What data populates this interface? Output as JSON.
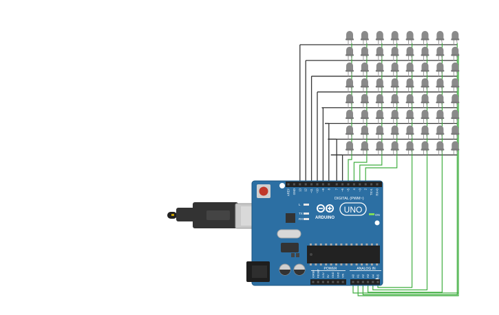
{
  "board": {
    "brand": "ARDUINO",
    "model": "UNO",
    "digital_label": "DIGITAL (PWM~)",
    "on_label": "ON",
    "power_label": "POWER",
    "analog_label": "ANALOG IN",
    "tx_label": "TX",
    "rx_label": "RX",
    "l_label": "L",
    "digital_pins": [
      "AREF",
      "GND",
      "13",
      "12",
      "~11",
      "~10",
      "~9",
      "8",
      "7",
      "~6",
      "~5",
      "4",
      "~3",
      "2",
      "TX>1",
      "RX<0"
    ],
    "power_pins": [
      "IOREF",
      "RESET",
      "3.3V",
      "5V",
      "GND",
      "GND",
      "VIN"
    ],
    "analog_pins": [
      "A0",
      "A1",
      "A2",
      "A3",
      "A4",
      "A5"
    ]
  },
  "led_matrix": {
    "rows": 8,
    "cols": 8
  },
  "colors": {
    "board": "#2c6fa3",
    "board_dark": "#1d5680",
    "wire_dark": "#333333",
    "wire_green": "#3fae3f",
    "led_body": "#8a8a8a",
    "led_leg": "#999999",
    "usb_body": "#333333",
    "usb_metal": "#c8c8c8",
    "reset_button": "#c0392b",
    "header": "#222222"
  }
}
